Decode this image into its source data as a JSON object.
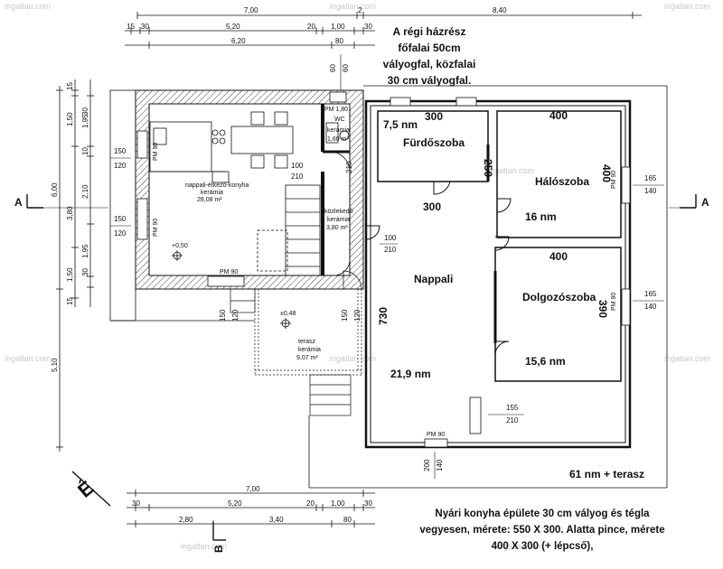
{
  "notes": {
    "top_line1": "A régi házrész",
    "top_line2": "főfalai  50cm",
    "top_line3": "vályogfal, közfalai",
    "top_line4": "30 cm vályogfal.",
    "area_total": "61 nm + terasz",
    "bottom_line1": "Nyári konyha épülete  30 cm vályog és tégla",
    "bottom_line2": "vegyesen, mérete: 550 X 300. Alatta pince, mérete",
    "bottom_line3": "400 X 300 (+ lépcső),"
  },
  "top_dims": {
    "row1": [
      "7,00",
      "2",
      "8,40"
    ],
    "row2": [
      "15",
      "30",
      "5,20",
      "20",
      "1,00",
      "30"
    ],
    "row3": [
      "6,20",
      "80"
    ]
  },
  "bottom_dims": {
    "row1": [
      "7,00"
    ],
    "row2": [
      "30",
      "5,20",
      "20",
      "1,00",
      "30"
    ],
    "row3": [
      "2,80",
      "3,40",
      "80"
    ]
  },
  "left_dims": {
    "outer": [
      "6,00",
      "5,10"
    ],
    "inner": [
      "15",
      "1,50",
      "3,80",
      "1,50",
      "15"
    ],
    "inner2": [
      "30",
      "1,95",
      "10",
      "2,10",
      "1,95",
      "30"
    ]
  },
  "window_dims": {
    "w1": [
      "150",
      "120"
    ],
    "w2": [
      "150",
      "120"
    ],
    "w_top": [
      "60",
      "60"
    ],
    "d1": [
      "100",
      "210"
    ],
    "d2": [
      "100",
      "210"
    ],
    "w3": [
      "165",
      "140"
    ],
    "w4": [
      "165",
      "140"
    ],
    "d3": [
      "155",
      "210"
    ],
    "d4": [
      "200",
      "140"
    ],
    "d5": [
      "150",
      "120"
    ]
  },
  "kitchen_rooms": {
    "kitchen_name": "nappali-étkező-konyha",
    "kitchen_floor": "kerámia",
    "kitchen_area": "28,08 m²",
    "wc_name": "WC",
    "wc_floor": "kerámia",
    "wc_area": "1,60 m²",
    "wc_pm": "PM 1,80",
    "hall_name": "közlekedő",
    "hall_floor": "kerámia",
    "hall_area": "3,80 m²",
    "terrace_name": "terasz",
    "terrace_floor": "kerámia",
    "terrace_area": "9,07 m²",
    "level1": "+0,50",
    "level2": "±0,48",
    "pm": "PM 90"
  },
  "main_rooms": {
    "bath_area": "7,5 nm",
    "bath_name": "Fürdőszoba",
    "bath_w": "300",
    "bath_h": "250",
    "hall_w": "300",
    "bed_w": "400",
    "bed_name": "Hálószoba",
    "bed_h": "400",
    "bed_area": "16 nm",
    "living_name": "Nappali",
    "living_h": "730",
    "living_area": "21,9 nm",
    "study_w": "400",
    "study_name": "Dolgozószoba",
    "study_h": "390",
    "study_area": "15,6 nm"
  },
  "section_marks": {
    "a_left": "A",
    "a_right": "A",
    "b_bottom": "B",
    "e": "É"
  },
  "watermark": "ingatlan.com"
}
